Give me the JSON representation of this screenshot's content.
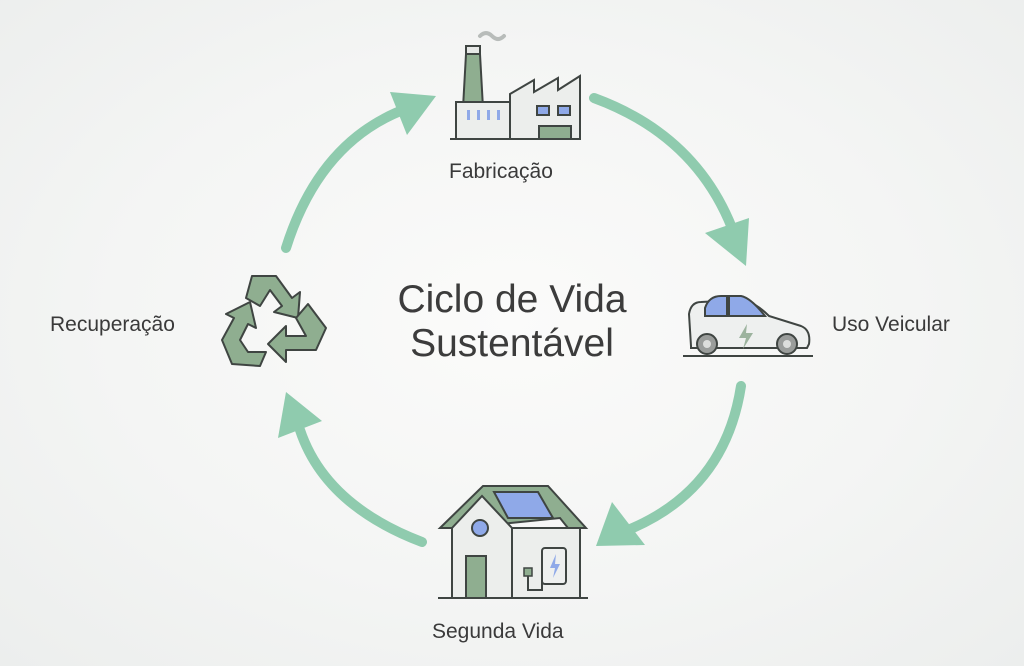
{
  "title": {
    "line1": "Ciclo de Vida",
    "line2": "Sustentável"
  },
  "stages": [
    {
      "id": "fabricacao",
      "label": "Fabricação",
      "icon": "factory-icon"
    },
    {
      "id": "uso-veicular",
      "label": "Uso Veicular",
      "icon": "electric-car-icon"
    },
    {
      "id": "segunda-vida",
      "label": "Segunda Vida",
      "icon": "solar-house-battery-icon"
    },
    {
      "id": "recuperacao",
      "label": "Recuperação",
      "icon": "recycle-icon"
    }
  ],
  "flow": [
    "Fabricação → Uso Veicular",
    "Uso Veicular → Segunda Vida",
    "Segunda Vida → Recuperação",
    "Recuperação → Fabricação"
  ],
  "colors": {
    "arrow": "#8fcbae",
    "icon_green": "#8fae90",
    "icon_blue": "#8fa9e8",
    "outline": "#3f4542",
    "text": "#3c3c3c"
  }
}
